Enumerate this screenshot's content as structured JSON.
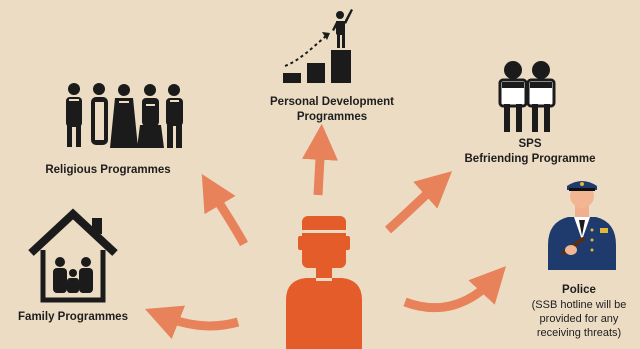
{
  "colors": {
    "background": "#ecdcc4",
    "accent": "#e35c2a",
    "arrow": "#e8825a",
    "icon": "#1b1b1b",
    "police": "#1f3b6e"
  },
  "nodes": {
    "religious": {
      "label": "Religious Programmes",
      "icon": "group-of-religious-people-icon"
    },
    "personal_dev": {
      "line1": "Personal Development",
      "line2": "Programmes",
      "icon": "growth-staircase-icon"
    },
    "sps": {
      "line1": "SPS",
      "line2": "Befriending Programme",
      "icon": "two-people-icon"
    },
    "family": {
      "label": "Family Programmes",
      "icon": "family-house-icon"
    },
    "police": {
      "label": "Police",
      "note1": "(SSB hotline will be",
      "note2": "provided for any",
      "note3": "receiving threats)",
      "icon": "police-officer-icon"
    },
    "center": {
      "icon": "person-center-icon"
    }
  }
}
